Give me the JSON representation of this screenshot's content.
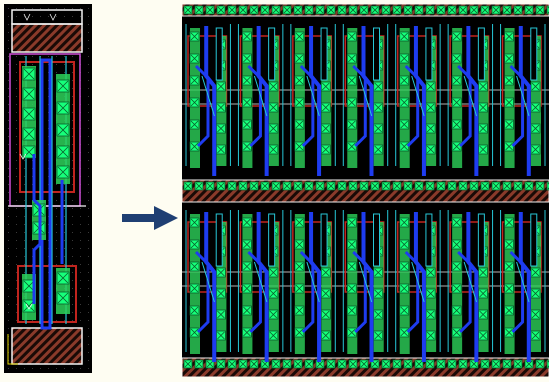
{
  "figure": {
    "left_panel": "single-cell-layout",
    "right_panel": "cell-array-layout",
    "arrow_direction": "right"
  },
  "colors": {
    "page_background": "#fefdf2",
    "layout_background": "#000000",
    "diffusion_green": "#2dd25a",
    "contact_green": "#16ff7a",
    "metal1_blue": "#1e3cf0",
    "metal2_cyan": "#27c8d8",
    "poly_red": "#c0241e",
    "nwell_magenta": "#d050d8",
    "rail_white": "#f2f2f2",
    "hatch_brown": "#8a3a2a",
    "arrow_navy": "#1f3f73"
  },
  "icons": [
    "right-arrow-icon"
  ]
}
